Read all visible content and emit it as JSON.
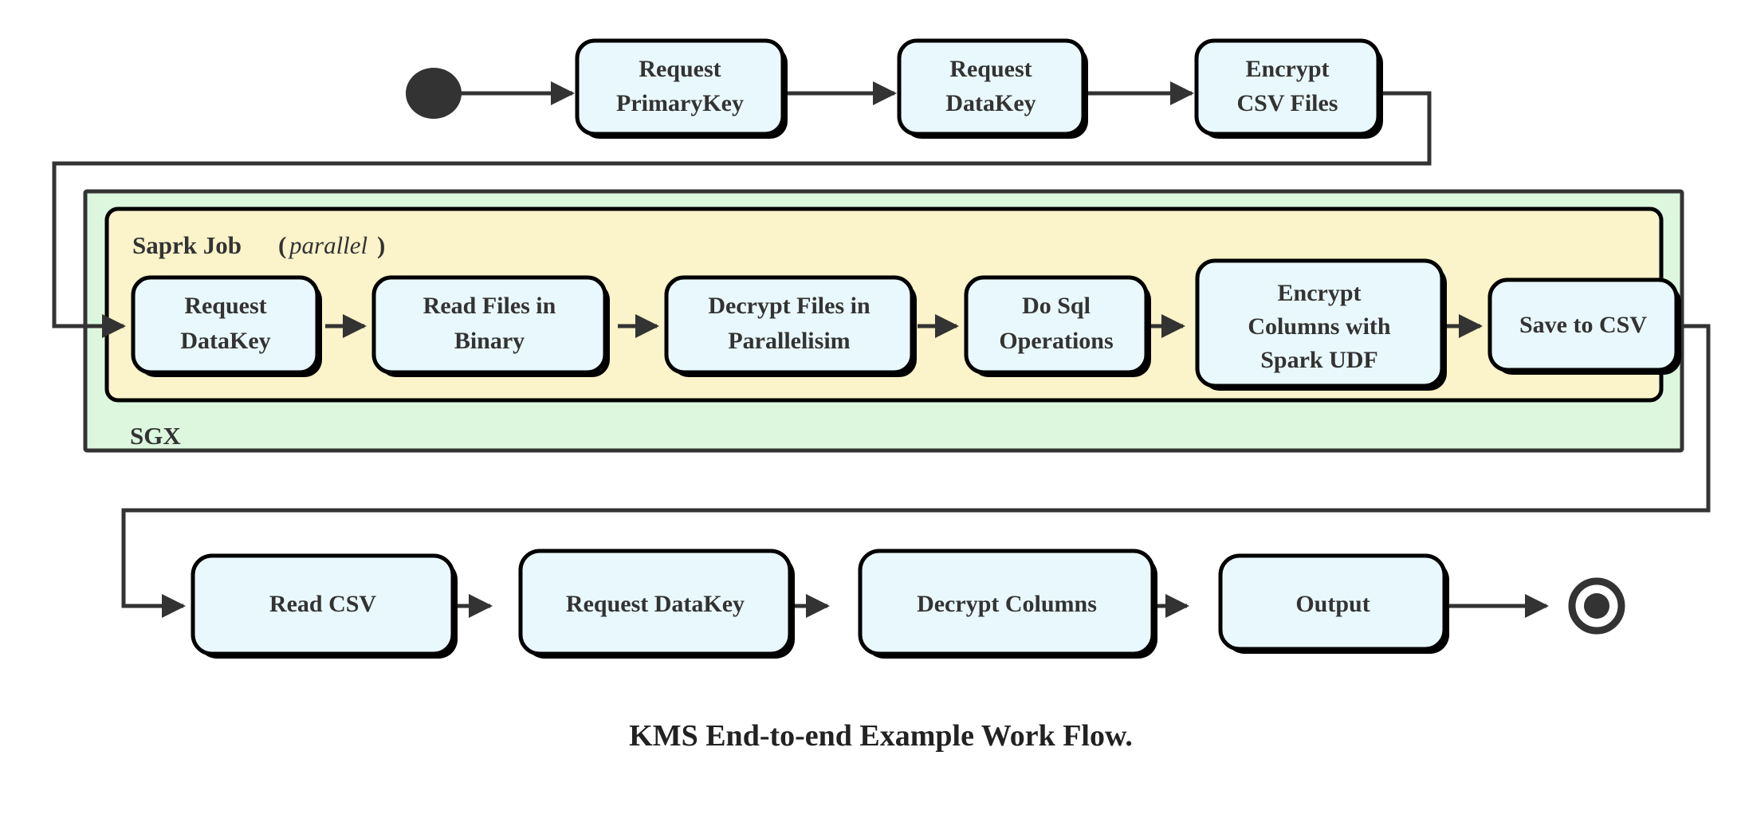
{
  "diagram": {
    "caption": "KMS End-to-end Example Work Flow.",
    "colors": {
      "node_fill": "#e9f8fc",
      "node_stroke": "#000000",
      "sgx_fill": "#dcf7de",
      "spark_fill": "#fbf3c9",
      "edge": "#333333",
      "text": "#333333"
    },
    "containers": [
      {
        "id": "sgx",
        "label": "SGX",
        "label_style": "bold"
      },
      {
        "id": "spark-job",
        "label": "Saprk Job",
        "label_suffix_open": "(",
        "label_suffix_italic": "parallel",
        "label_suffix_close": ")"
      }
    ],
    "markers": {
      "start": "start-node",
      "end": "end-node"
    },
    "rows": {
      "top": {
        "nodes": [
          {
            "id": "request-primarykey",
            "lines": [
              "Request",
              "PrimaryKey"
            ]
          },
          {
            "id": "request-datakey-top",
            "lines": [
              "Request",
              "DataKey"
            ]
          },
          {
            "id": "encrypt-csv-files",
            "lines": [
              "Encrypt",
              "CSV Files"
            ]
          }
        ]
      },
      "middle": {
        "nodes": [
          {
            "id": "request-datakey-spark",
            "lines": [
              "Request",
              "DataKey"
            ]
          },
          {
            "id": "read-files-in-binary",
            "lines": [
              "Read Files in",
              "Binary"
            ]
          },
          {
            "id": "decrypt-files-in-parallelisim",
            "lines": [
              "Decrypt Files in",
              "Parallelisim"
            ]
          },
          {
            "id": "do-sql-operations",
            "lines": [
              "Do Sql",
              "Operations"
            ]
          },
          {
            "id": "encrypt-columns-with-spark-udf",
            "lines": [
              "Encrypt",
              "Columns with",
              "Spark UDF"
            ]
          },
          {
            "id": "save-to-csv",
            "lines": [
              "Save to CSV"
            ]
          }
        ]
      },
      "bottom": {
        "nodes": [
          {
            "id": "read-csv",
            "lines": [
              "Read CSV"
            ]
          },
          {
            "id": "request-datakey-bottom",
            "lines": [
              "Request DataKey"
            ]
          },
          {
            "id": "decrypt-columns",
            "lines": [
              "Decrypt Columns"
            ]
          },
          {
            "id": "output",
            "lines": [
              "Output"
            ]
          }
        ]
      }
    }
  }
}
